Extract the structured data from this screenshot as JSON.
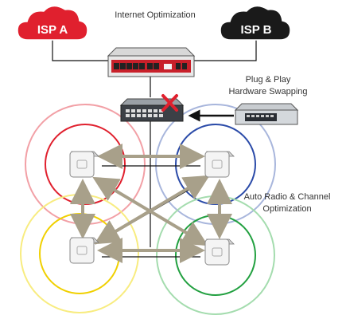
{
  "labels": {
    "internet": "Internet Optimization",
    "isp_a": "ISP A",
    "isp_b": "ISP B",
    "plug_line1": "Plug & Play",
    "plug_line2": "Hardware Swapping",
    "radio_line1": "Auto Radio & Channel",
    "radio_line2": "Optimization"
  },
  "colors": {
    "isp_a_cloud": "#e0202e",
    "isp_b_cloud": "#1a1a1a",
    "arrow": "#a8a08a",
    "ring_red": "#e0202e",
    "ring_blue": "#2a4aa8",
    "ring_yellow": "#f0d000",
    "ring_green": "#22a040",
    "fail_x": "#e0202e"
  },
  "icons": {
    "firewall": "firewall-device-icon",
    "switch": "network-switch-icon",
    "access_point": "access-point-icon",
    "failed": "x-mark-icon"
  }
}
